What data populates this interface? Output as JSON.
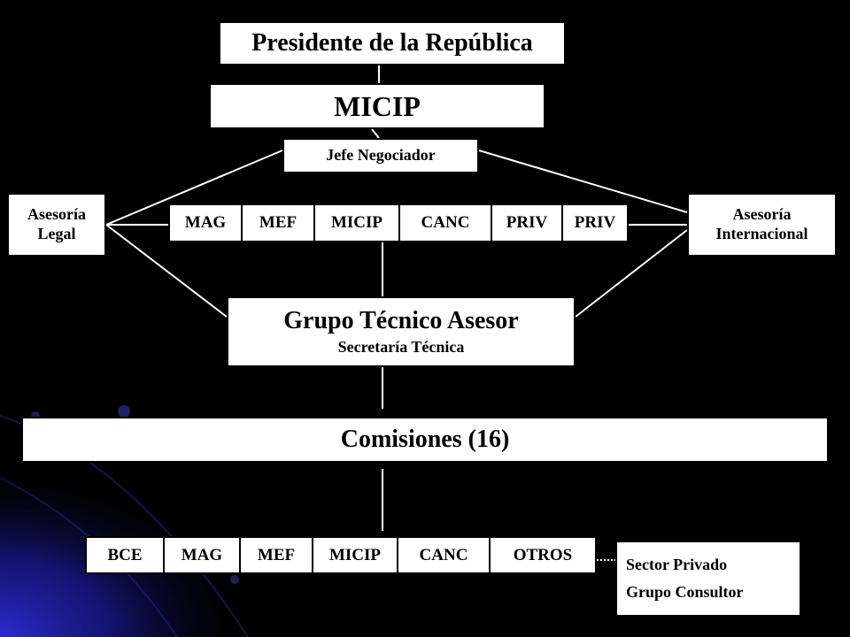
{
  "diagram": {
    "presidente": "Presidente de la República",
    "micip": "MICIP",
    "jefe_negociador": "Jefe Negociador",
    "asesoria_legal": [
      "Asesoría",
      "Legal"
    ],
    "asesoria_internacional": [
      "Asesoría",
      "Internacional"
    ],
    "institutions_top": [
      "MAG",
      "MEF",
      "MICIP",
      "CANC",
      "PRIV",
      "PRIV"
    ],
    "grupo_tecnico": {
      "title": "Grupo Técnico Asesor",
      "subtitle": "Secretaría Técnica"
    },
    "comisiones": "Comisiones (16)",
    "institutions_bottom": [
      "BCE",
      "MAG",
      "MEF",
      "MICIP",
      "CANC",
      "OTROS"
    ],
    "sector_privado": [
      "Sector Privado",
      "Grupo Consultor"
    ]
  },
  "colors": {
    "background": "#000000",
    "gradient_blue": "#1a1aa8",
    "box_fill": "#ffffff",
    "connector": "#ffffff",
    "text": "#000000"
  }
}
